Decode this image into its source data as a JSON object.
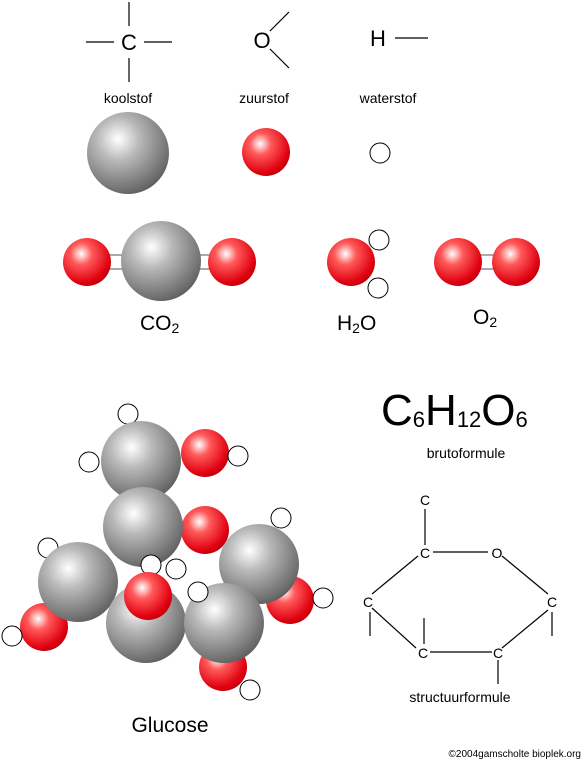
{
  "legend": {
    "carbon": {
      "symbol": "C",
      "name": "koolstof"
    },
    "oxygen": {
      "symbol": "O",
      "name": "zuurstof"
    },
    "hydrogen": {
      "symbol": "H",
      "name": "waterstof"
    }
  },
  "molecules": {
    "co2": {
      "main": "CO",
      "sub": "2"
    },
    "h2o": {
      "pre": "H",
      "sub": "2",
      "post": "O"
    },
    "o2": {
      "main": "O",
      "sub": "2"
    }
  },
  "glucose": {
    "model_label": "Glucose",
    "brute_formula": {
      "c": "C",
      "c_n": "6",
      "h": "H",
      "h_n": "12",
      "o": "O",
      "o_n": "6"
    },
    "brute_label": "brutoformule",
    "structure_label": "structuurformule",
    "structure_atoms": {
      "c": "C",
      "o": "O"
    }
  },
  "copyright": "©2004gamscholte bioplek.org",
  "colors": {
    "carbon": "#8c8c8c",
    "oxygen": "#e8121c",
    "hydrogen": "#ffffff"
  }
}
